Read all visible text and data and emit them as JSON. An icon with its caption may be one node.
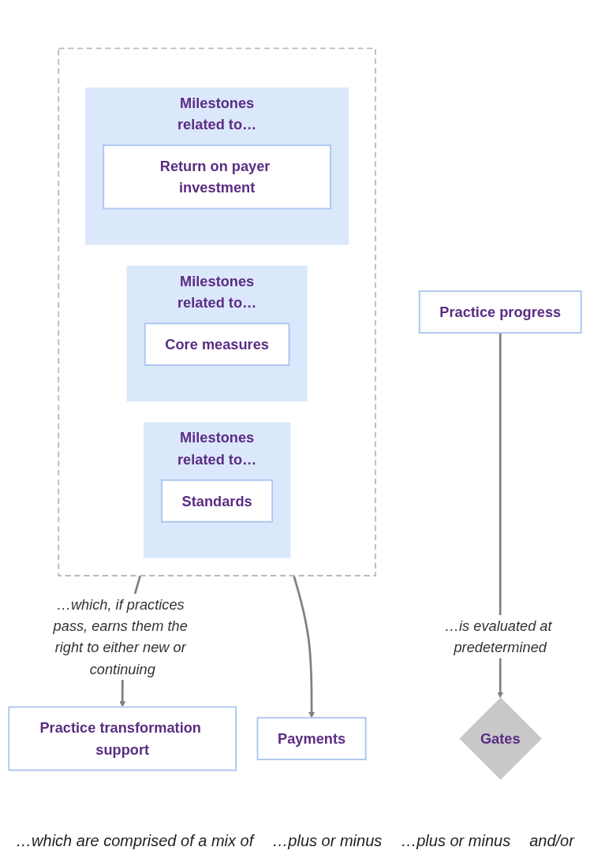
{
  "diagram": {
    "nodes": [
      {
        "text": [
          "Practice progress"
        ]
      },
      {
        "text": [
          "Gates"
        ]
      },
      {
        "text": [],
        "shape": "box"
      },
      {
        "text": [
          "Milestones",
          "related to…"
        ],
        "in": 2
      },
      {
        "text": [
          "Standards"
        ],
        "in": 3
      },
      {
        "text": [
          "Milestones",
          "related to…"
        ],
        "in": 2
      },
      {
        "text": [
          "Core measures"
        ],
        "in": 5
      },
      {
        "text": [
          "Milestones",
          "related to…"
        ],
        "in": 2
      },
      {
        "text": [
          "Return on payer investment"
        ],
        "in": 7
      },
      {
        "text": [
          "Practice transformation support"
        ]
      },
      {
        "text": [
          "Payments"
        ]
      }
    ],
    "edges": [
      {
        "from": 0,
        "to": 1,
        "arrow": "to",
        "label": "…is evaluated at predetermined"
      },
      {
        "from": 2,
        "to": 9,
        "arrow": "to",
        "label": "…which, if practices pass, earns them the right to either new or continuing"
      },
      {
        "from": 2,
        "to": 10,
        "arrow": "to"
      }
    ],
    "labels": [
      "…which are comprised of a mix of",
      "…plus or minus",
      "…plus or minus",
      "and/or"
    ]
  }
}
